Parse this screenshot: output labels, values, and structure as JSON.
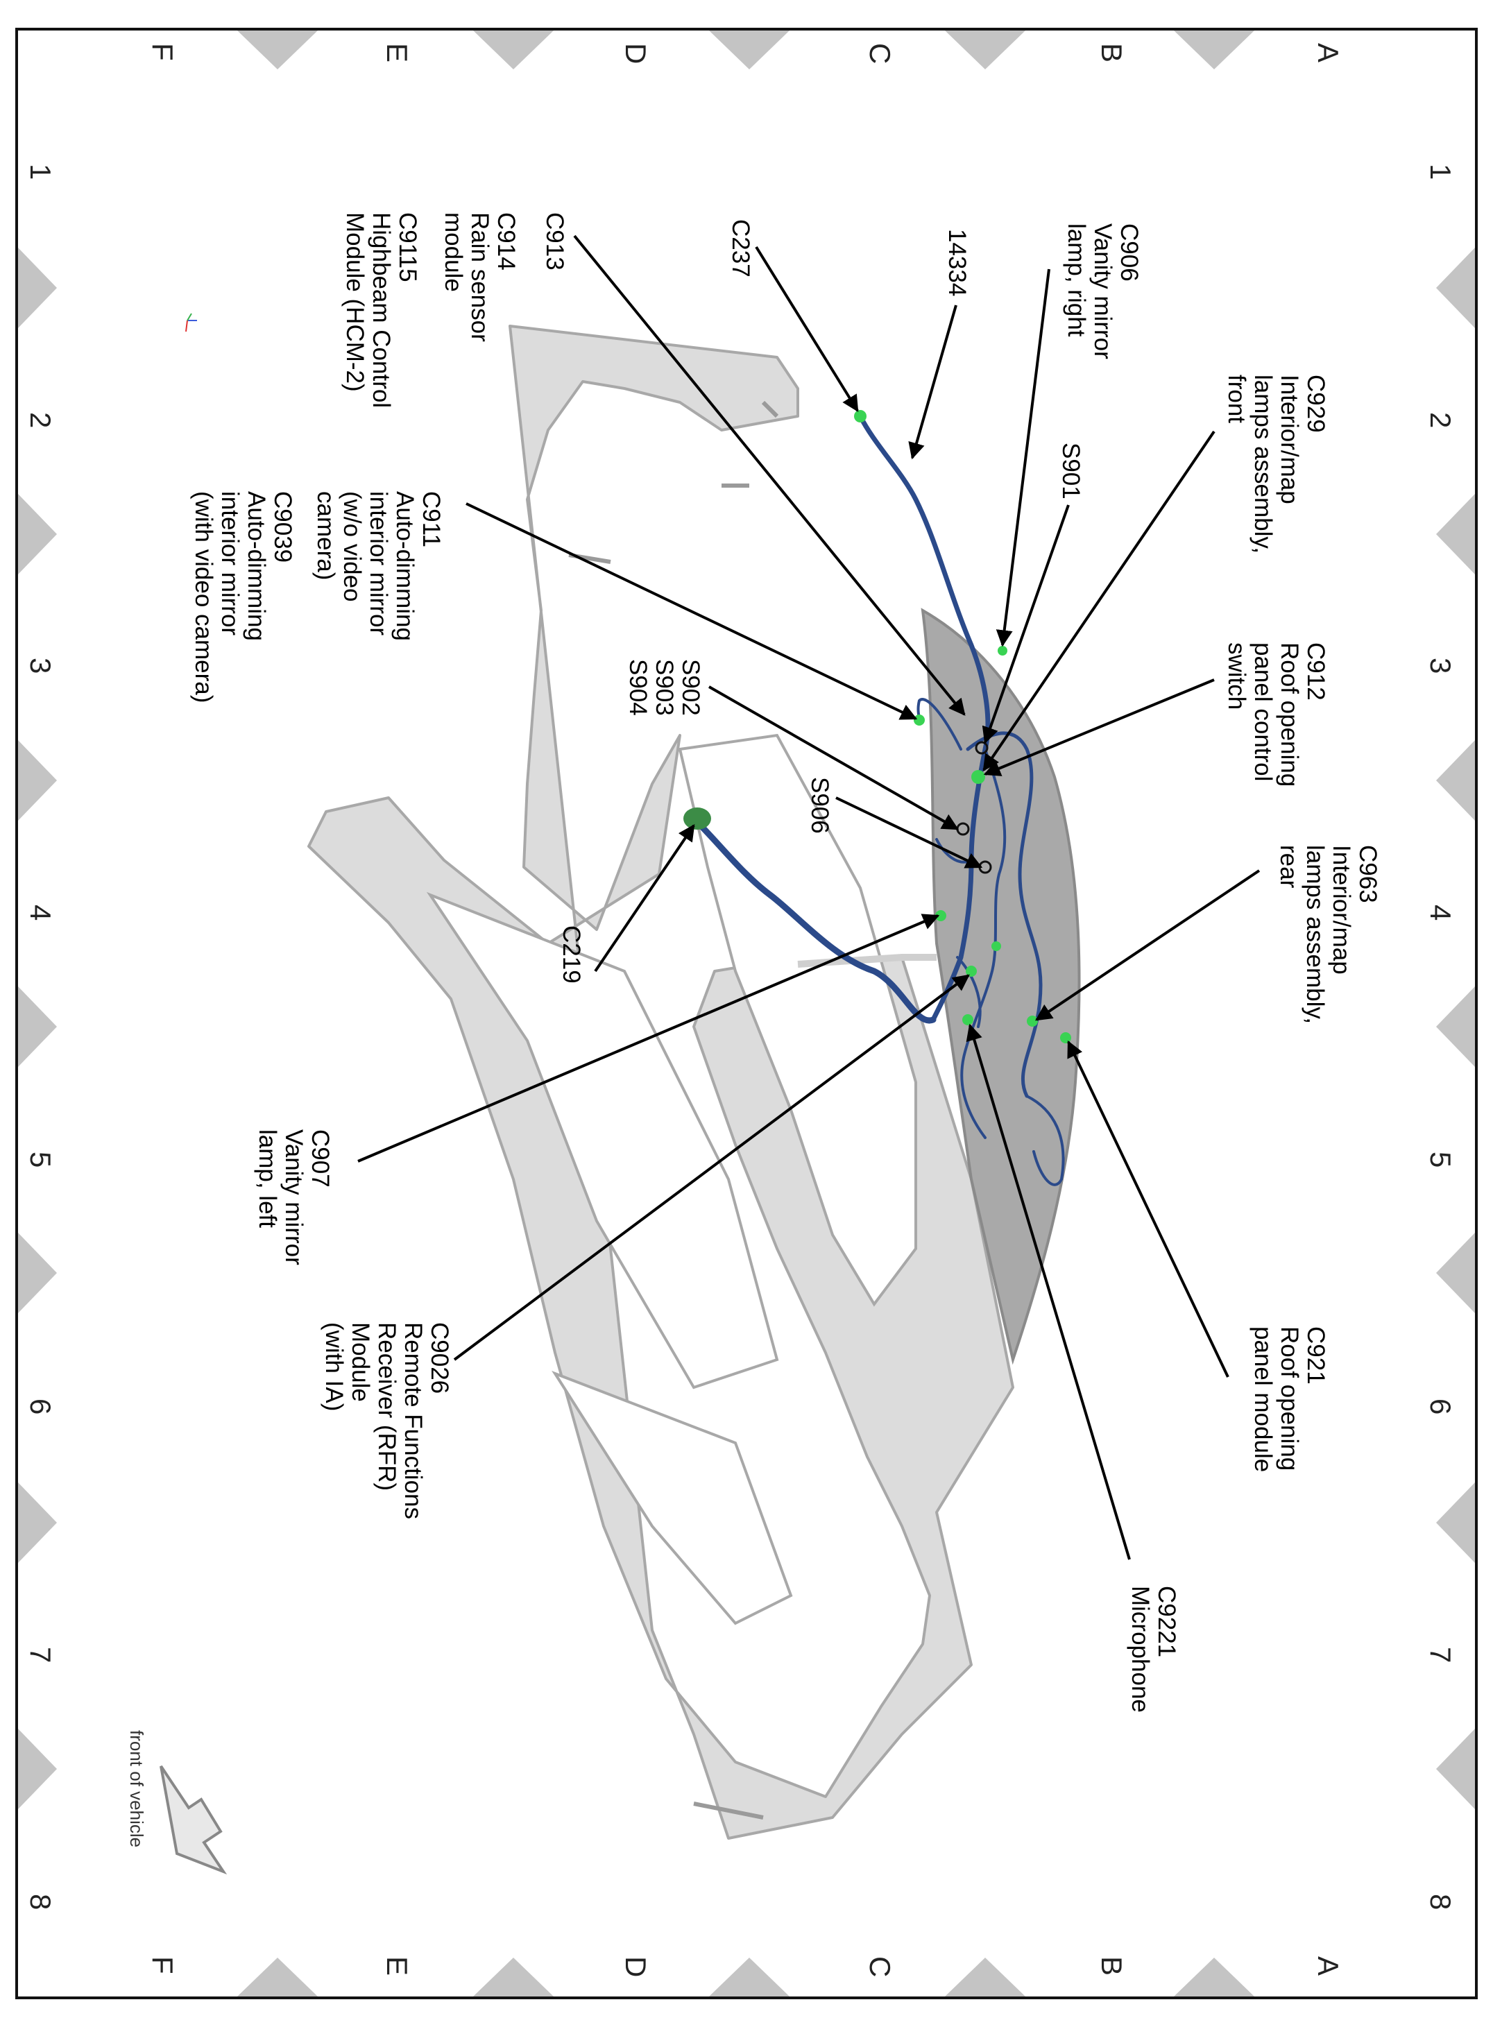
{
  "grid": {
    "rows": [
      "A",
      "B",
      "C",
      "D",
      "E",
      "F"
    ],
    "columns": [
      "1",
      "2",
      "3",
      "4",
      "5",
      "6",
      "7",
      "8"
    ]
  },
  "labels": {
    "c906": [
      "C906",
      "Vanity mirror",
      "lamp, right"
    ],
    "c929": [
      "C929",
      "Interior/map",
      "lamps assembly,",
      "front"
    ],
    "s901": [
      "S901"
    ],
    "c912": [
      "C912",
      "Roof opening",
      "panel control",
      "switch"
    ],
    "c963": [
      "C963",
      "Interior/map",
      "lamps assembly,",
      "rear"
    ],
    "c921": [
      "C921",
      "Roof opening",
      "panel module"
    ],
    "c9221": [
      "C9221",
      "Microphone"
    ],
    "n14334": [
      "14334"
    ],
    "c237": [
      "C237"
    ],
    "c913": [
      "C913"
    ],
    "c914": [
      "C914",
      "Rain sensor",
      "module"
    ],
    "c9115": [
      "C9115",
      "Highbeam Control",
      "Module (HCM-2)"
    ],
    "c911": [
      "C911",
      "Auto-dimming",
      "interior mirror",
      "(w/o video",
      "camera)"
    ],
    "c9039": [
      "C9039",
      "Auto-dimming",
      "interior mirror",
      "(with video camera)"
    ],
    "s902": [
      "S902",
      "S903",
      "S904"
    ],
    "s906": [
      "S906"
    ],
    "c219": [
      "C219"
    ],
    "c907": [
      "C907",
      "Vanity mirror",
      "lamp, left"
    ],
    "c9026": [
      "C9026",
      "Remote Functions",
      "Receiver (RFR)",
      "Module",
      "(with IA)"
    ]
  },
  "orientation_note": "front of vehicle",
  "colors": {
    "body_panel": "#d9d9d9",
    "body_edge": "#a8a8a8",
    "roof_panel": "#a9a9a9",
    "wire": "#2b4a8a",
    "connector": "#39d353",
    "grid_marker": "#c4c4c4",
    "leader": "#000000"
  }
}
